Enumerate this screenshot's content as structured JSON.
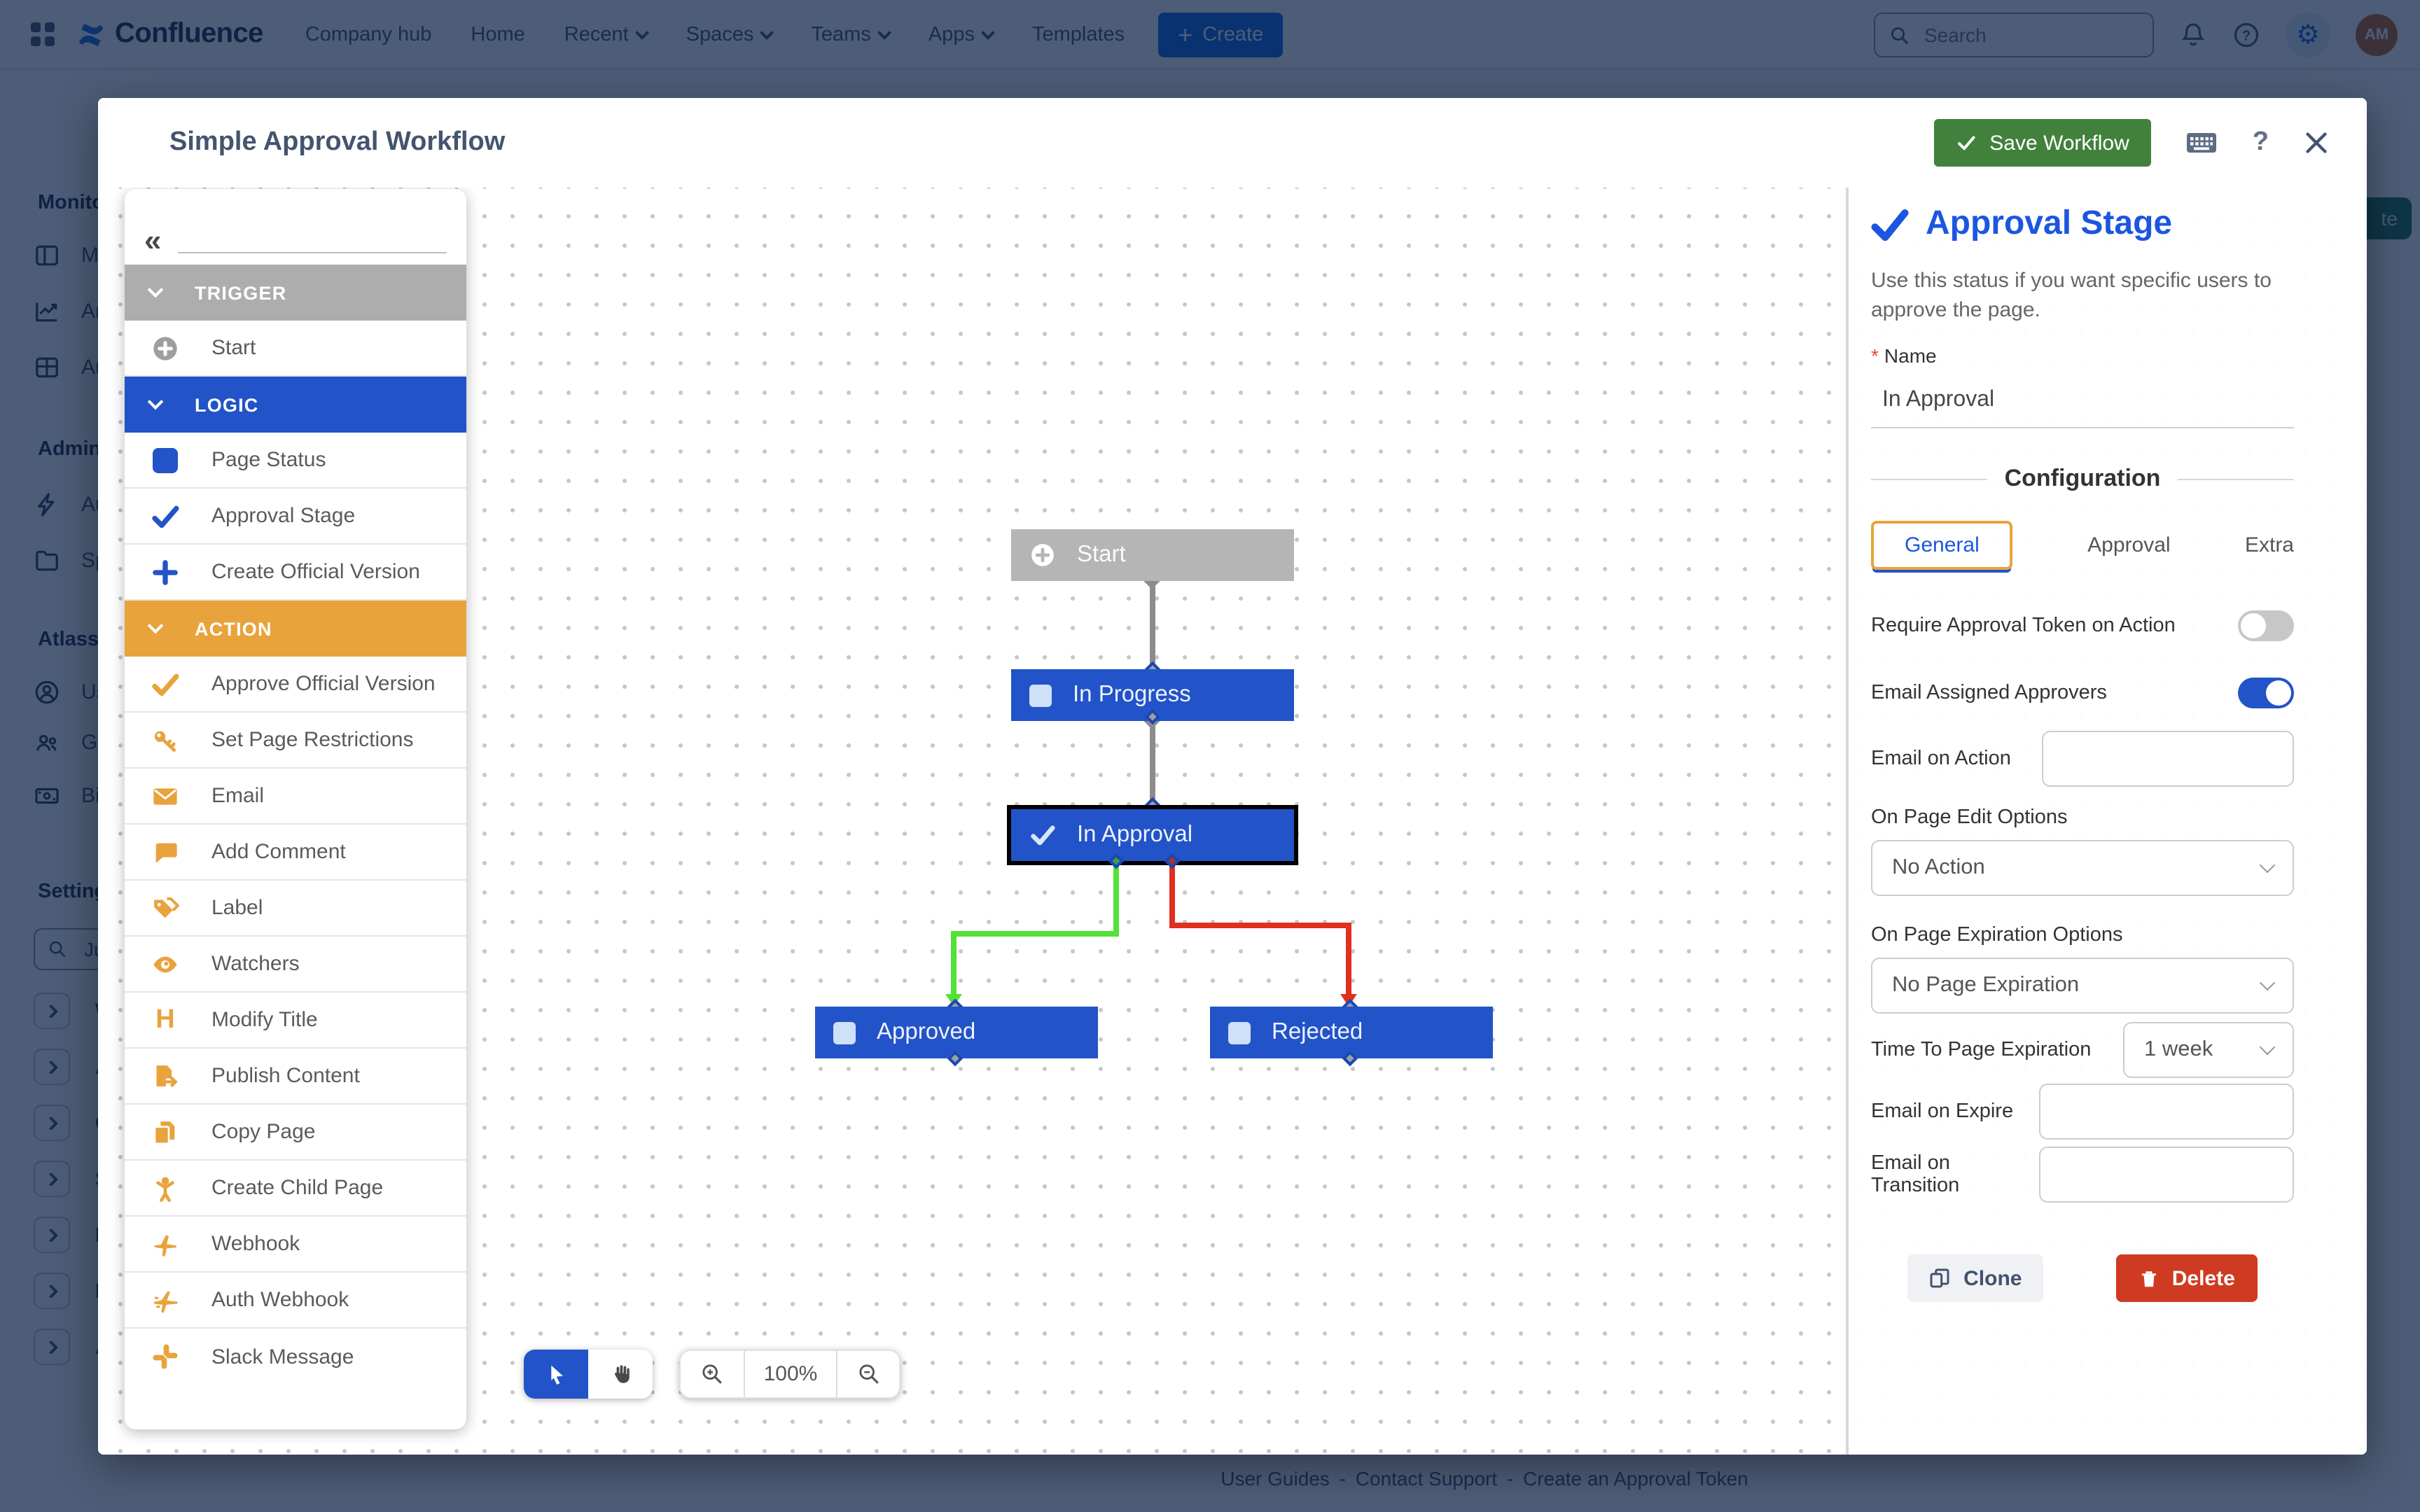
{
  "colors": {
    "logic_blue": "#2253C8",
    "action_orange": "#E8A33D",
    "trigger_gray": "#ADADAD",
    "node_gray": "#B5B5B5",
    "connector_gray": "#8C8C8C",
    "approve_green": "#55E038",
    "reject_red": "#E0301E",
    "panel_title_blue": "#1C56E0",
    "save_green": "#42813C",
    "delete_red": "#CE3B22",
    "create_blue": "#0C66E4",
    "selected_border": "#000000"
  },
  "topnav": {
    "brand": "Confluence",
    "items": [
      "Company hub",
      "Home",
      "Recent",
      "Spaces",
      "Teams",
      "Apps",
      "Templates"
    ],
    "create_label": "Create",
    "search_placeholder": "Search",
    "avatar_initials": "AM"
  },
  "admin_sidebar": {
    "sections": [
      {
        "heading": "Monitori",
        "items": [
          {
            "label": "Mis"
          },
          {
            "label": "Ana"
          },
          {
            "label": "Aud"
          }
        ]
      },
      {
        "heading": "Admin t",
        "items": [
          {
            "label": "Aut"
          },
          {
            "label": "Spa"
          }
        ]
      },
      {
        "heading": "Atlassia",
        "items": [
          {
            "label": "Use"
          },
          {
            "label": "Gro"
          },
          {
            "label": "Billi"
          }
        ]
      }
    ],
    "settings_heading": "Settings",
    "search_value": "Ju",
    "expandables": [
      "Wor",
      "App",
      "Con",
      "Sec",
      "Loo",
      "Dat",
      "Atl"
    ]
  },
  "behind_page": {
    "footer_links": [
      "User Guides",
      "Contact Support",
      "Create an Approval Token"
    ],
    "footer_separator": "-",
    "edge_button_label": "te"
  },
  "modal": {
    "title": "Simple Approval Workflow",
    "save_label": "Save Workflow",
    "help_glyph": "?",
    "palette": {
      "collapse_glyph": "«",
      "sections": [
        {
          "label": "TRIGGER",
          "items": [
            {
              "label": "Start"
            }
          ]
        },
        {
          "label": "LOGIC",
          "items": [
            {
              "label": "Page Status"
            },
            {
              "label": "Approval Stage"
            },
            {
              "label": "Create Official Version"
            }
          ]
        },
        {
          "label": "ACTION",
          "items": [
            {
              "label": "Approve Official Version"
            },
            {
              "label": "Set Page Restrictions"
            },
            {
              "label": "Email"
            },
            {
              "label": "Add Comment"
            },
            {
              "label": "Label"
            },
            {
              "label": "Watchers"
            },
            {
              "label": "Modify Title"
            },
            {
              "label": "Publish Content"
            },
            {
              "label": "Copy Page"
            },
            {
              "label": "Create Child Page"
            },
            {
              "label": "Webhook"
            },
            {
              "label": "Auth Webhook"
            },
            {
              "label": "Slack Message"
            }
          ]
        }
      ]
    },
    "canvas": {
      "nodes": {
        "start": {
          "label": "Start"
        },
        "in_progress": {
          "label": "In Progress"
        },
        "in_approval": {
          "label": "In Approval",
          "selected": true
        },
        "approved": {
          "label": "Approved"
        },
        "rejected": {
          "label": "Rejected"
        }
      },
      "zoom_level": "100%"
    },
    "panel": {
      "title": "Approval Stage",
      "description": "Use this status if you want specific users to approve the page.",
      "required_mark": "*",
      "name_label": "Name",
      "name_value": "In Approval",
      "configuration_label": "Configuration",
      "tabs": [
        "General",
        "Approval",
        "Extra"
      ],
      "active_tab": "General",
      "fields": {
        "require_token_label": "Require Approval Token on Action",
        "require_token_on": false,
        "email_approvers_label": "Email Assigned Approvers",
        "email_approvers_on": true,
        "email_on_action_label": "Email on Action",
        "email_on_action_value": "",
        "on_page_edit_label": "On Page Edit Options",
        "on_page_edit_value": "No Action",
        "on_page_expiration_label": "On Page Expiration Options",
        "on_page_expiration_value": "No Page Expiration",
        "time_to_expiration_label": "Time To Page Expiration",
        "time_to_expiration_value": "1 week",
        "email_on_expire_label": "Email on Expire",
        "email_on_expire_value": "",
        "email_on_transition_label": "Email on Transition",
        "email_on_transition_value": ""
      },
      "clone_label": "Clone",
      "delete_label": "Delete"
    }
  }
}
